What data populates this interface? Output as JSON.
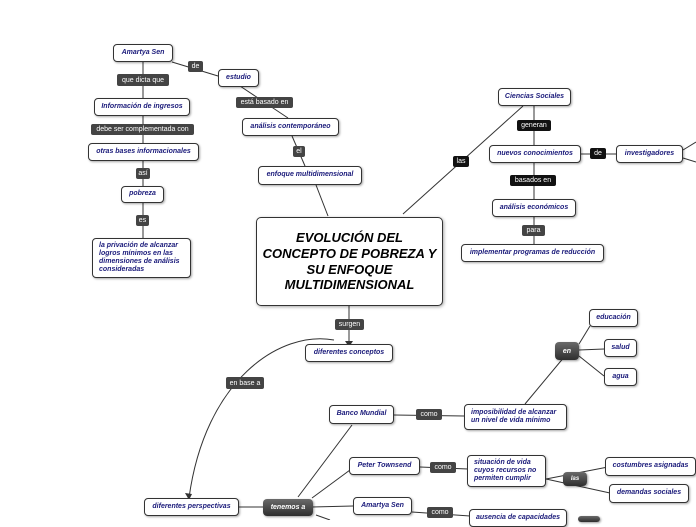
{
  "center": {
    "title": "EVOLUCIÓN DEL CONCEPTO DE POBREZA Y SU ENFOQUE MULTIDIMENSIONAL"
  },
  "nodes": {
    "amartya_sen_top": "Amartya Sen",
    "estudio": "estudio",
    "informacion_ingresos": "Información de ingresos",
    "otras_bases": "otras bases informacionales",
    "pobreza": "pobreza",
    "privacion": "la privación de alcanzar logros mínimos en las dimensiones de análisis consideradas",
    "analisis_contemporaneo": "análisis contemporáneo",
    "enfoque_multidimensional": "enfoque multidimensional",
    "ciencias_sociales": "Ciencias Sociales",
    "nuevos_conocimientos": "nuevos conocimientos",
    "investigadores": "investigadores",
    "analisis_economicos": "análisis económicos",
    "implementar_programas": "implementar programas de reducción",
    "diferentes_conceptos": "diferentes conceptos",
    "educacion": "educación",
    "salud": "salud",
    "agua": "agua",
    "banco_mundial": "Banco Mundial",
    "imposibilidad": "imposibilidad de alcanzar un nivel de vida mínimo",
    "peter_townsend": "Peter Townsend",
    "situacion_de_vida": "situación de vida cuyos recursos no permiten cumplir",
    "costumbres_asignadas": "costumbres asignadas",
    "demandas_sociales": "demandas sociales",
    "diferentes_perspectivas": "diferentes perspectivas",
    "amartya_sen_bottom": "Amartya Sen",
    "ausencia_capacidades": "ausencia de capacidades"
  },
  "dark_nodes": {
    "en": "en",
    "las": "las",
    "tenemos_a": "tenemos a"
  },
  "labels": {
    "de_1": "de",
    "que_dicta_que": "que dicta que",
    "debe_ser": "debe ser complementada con",
    "asi": "así",
    "es": "es",
    "esta_basado_en": "está basado en",
    "el": "el",
    "las": "las",
    "generan": "generan",
    "de_2": "de",
    "basados_en": "basados en",
    "para": "para",
    "surgen": "surgen",
    "en_base_a": "en base a",
    "como_1": "como",
    "como_2": "como",
    "como_3": "como"
  }
}
